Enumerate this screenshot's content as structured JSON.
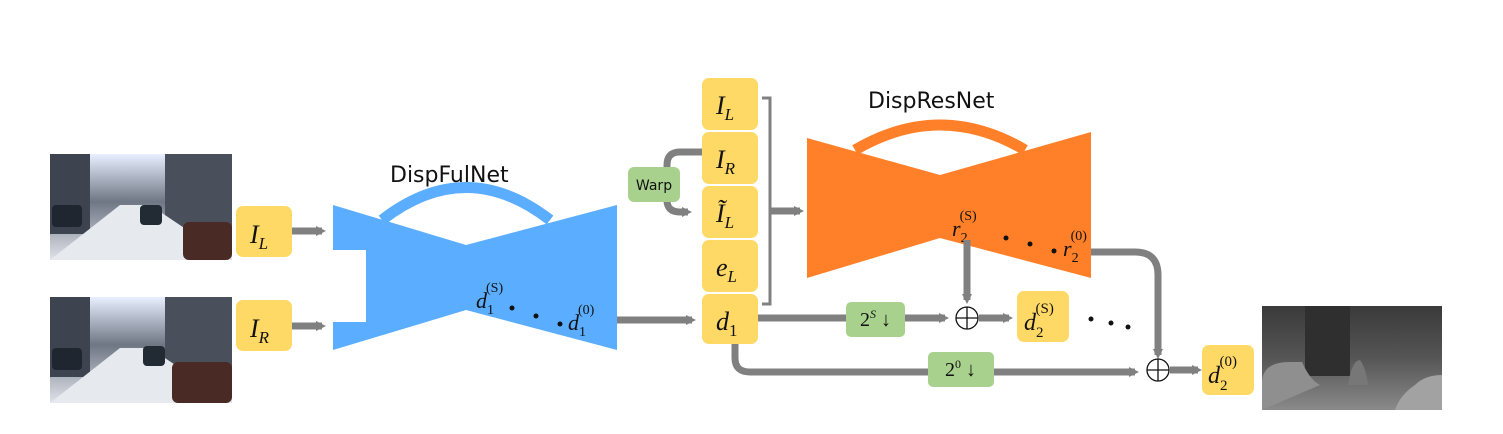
{
  "colors": {
    "yellow_box": "#FFD966",
    "green_box": "#A9D18E",
    "blue_net": "#5BADFF",
    "orange_net": "#FF8028",
    "arrow_gray": "#808080"
  },
  "networks": {
    "dispfulnet": {
      "title": "DispFulNet",
      "out_first": "d",
      "out_first_sub": "1",
      "out_first_sup": "(S)",
      "out_last": "d",
      "out_last_sub": "1",
      "out_last_sup": "(0)"
    },
    "dispresnet": {
      "title": "DispResNet",
      "out_first": "r",
      "out_first_sub": "2",
      "out_first_sup": "(S)",
      "out_last": "r",
      "out_last_sub": "2",
      "out_last_sup": "(0)"
    }
  },
  "inputs": {
    "left": {
      "label": "I",
      "sub": "L",
      "image": "left stereo street image"
    },
    "right": {
      "label": "I",
      "sub": "R",
      "image": "right stereo street image"
    }
  },
  "stack": [
    {
      "label": "I",
      "sub": "L"
    },
    {
      "label": "I",
      "sub": "R"
    },
    {
      "label": "Ĩ",
      "sub": "L"
    },
    {
      "label": "e",
      "sub": "L"
    },
    {
      "label": "d",
      "sub": "1"
    }
  ],
  "warp": {
    "label": "Warp"
  },
  "downsample": [
    {
      "base": "2",
      "exp": "S",
      "arrow": "↓"
    },
    {
      "base": "2",
      "exp": "0",
      "arrow": "↓"
    }
  ],
  "outputs": {
    "scale_s": {
      "label": "d",
      "sub": "2",
      "sup": "(S)"
    },
    "scale_0": {
      "label": "d",
      "sub": "2",
      "sup": "(0)"
    },
    "ellipsis": "· · ·",
    "result_image": "output disparity map"
  },
  "sum_symbol": "⊕"
}
